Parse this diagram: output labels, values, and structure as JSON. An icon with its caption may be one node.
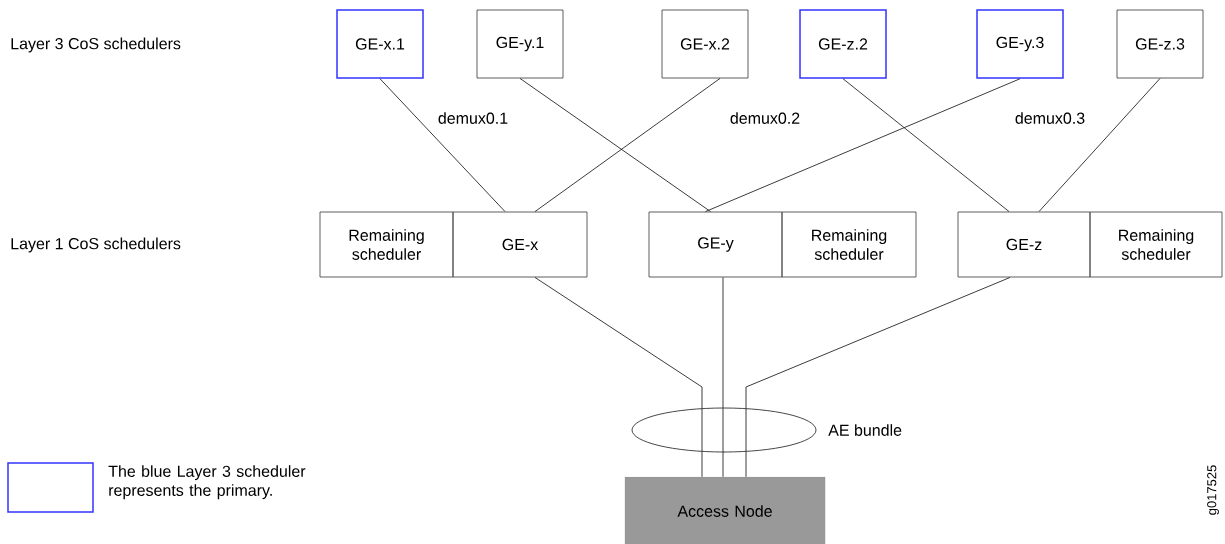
{
  "diagram": {
    "nodes": [
      {
        "text": [
          "GE-x.1"
        ]
      },
      {
        "text": [
          "GE-y.1"
        ]
      },
      {
        "text": [
          "GE-x.2"
        ]
      },
      {
        "text": [
          "GE-z.2"
        ]
      },
      {
        "text": [
          "GE-y.3"
        ]
      },
      {
        "text": [
          "GE-z.3"
        ]
      },
      {
        "text": [
          "Remaining scheduler"
        ]
      },
      {
        "text": [
          "GE-x"
        ]
      },
      {
        "text": [
          "GE-y"
        ]
      },
      {
        "text": [
          "Remaining scheduler"
        ]
      },
      {
        "text": [
          "GE-z"
        ]
      },
      {
        "text": [
          "Remaining scheduler"
        ]
      },
      {
        "text": [
          "Access Node"
        ]
      }
    ],
    "edges": [
      {
        "from": 0,
        "to": 7,
        "arrow": "none"
      },
      {
        "from": 2,
        "to": 7,
        "arrow": "none"
      },
      {
        "from": 1,
        "to": 8,
        "arrow": "none"
      },
      {
        "from": 4,
        "to": 8,
        "arrow": "none"
      },
      {
        "from": 3,
        "to": 10,
        "arrow": "none"
      },
      {
        "from": 5,
        "to": 10,
        "arrow": "none"
      },
      {
        "from": 7,
        "to": 12,
        "arrow": "none"
      },
      {
        "from": 8,
        "to": 12,
        "arrow": "none"
      },
      {
        "from": 10,
        "to": 12,
        "arrow": "none"
      }
    ],
    "labels": [
      "Layer 3 CoS schedulers",
      "Layer 1 CoS schedulers",
      "demux0.1",
      "demux0.2",
      "demux0.3",
      "AE bundle",
      "g017525"
    ],
    "legend": [
      {
        "text": "The blue Layer 3 scheduler represents the primary."
      }
    ]
  }
}
